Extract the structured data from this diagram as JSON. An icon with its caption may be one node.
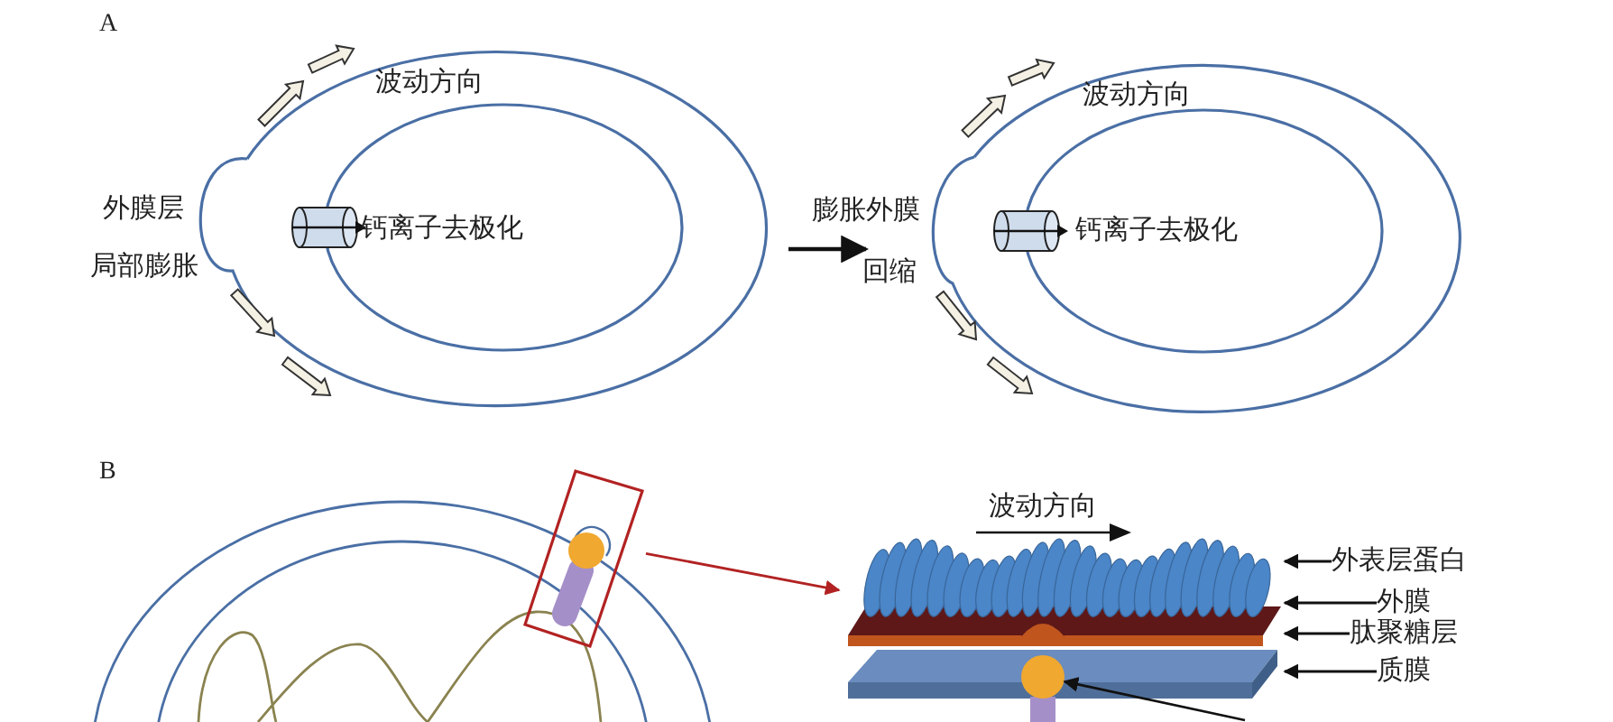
{
  "diagram": {
    "nodes": [
      {
        "text": [],
        "shape": "picture"
      },
      {
        "text": [],
        "shape": "picture"
      },
      {
        "text": [],
        "shape": "box"
      },
      {
        "text": [],
        "shape": "picture"
      },
      {
        "text": [
          "外表层蛋白"
        ]
      },
      {
        "text": [
          "外膜"
        ]
      },
      {
        "text": [
          "肽聚糖层"
        ]
      },
      {
        "text": [
          "质膜"
        ]
      },
      {
        "text": [],
        "shape": "circle",
        "in": 3
      }
    ],
    "edges": [
      {
        "from": 0,
        "to": 1,
        "arrow": "to"
      },
      {
        "from": 2,
        "to": 3,
        "arrow": "to",
        "color": "#b22222"
      },
      {
        "from": 4,
        "to": 3,
        "arrow": "to"
      },
      {
        "from": 5,
        "to": 3,
        "arrow": "to"
      },
      {
        "from": 6,
        "to": 3,
        "arrow": "to"
      },
      {
        "from": 7,
        "to": 3,
        "arrow": "to"
      },
      {
        "from": null,
        "to": 8,
        "arrow": "to"
      }
    ],
    "labels": [
      "A",
      "波动方向",
      "外膜层",
      "局部膨胀",
      "钙离子去极化",
      "膨胀外膜",
      "回缩",
      "波动方向",
      "钙离子去极化",
      "B",
      "波动方向"
    ]
  }
}
